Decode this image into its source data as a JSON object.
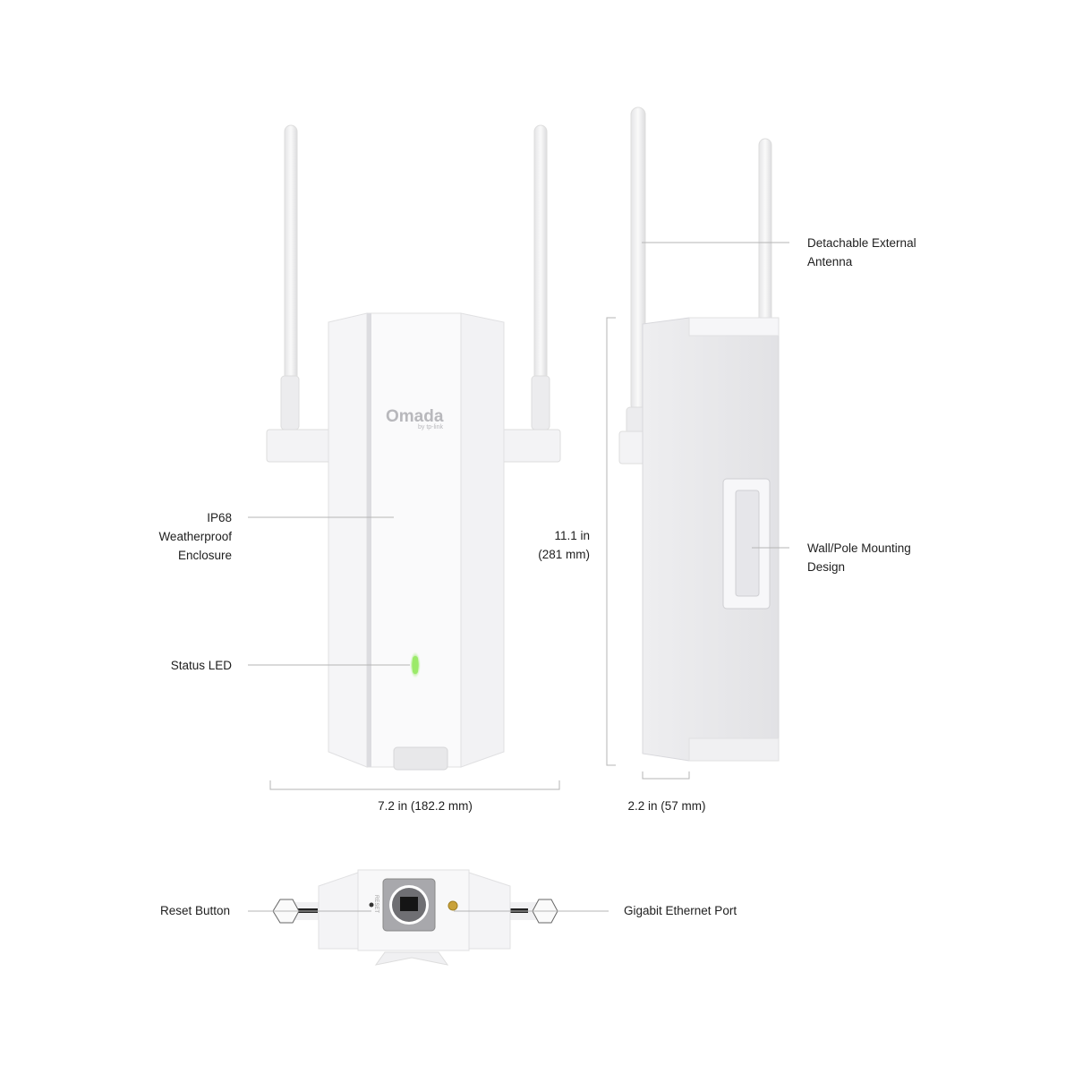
{
  "brand": {
    "logo": "Omada",
    "sublogo": "by tp-link"
  },
  "labels": {
    "antenna": [
      "Detachable External",
      "Antenna"
    ],
    "enclosure": [
      "IP68",
      "Weatherproof",
      "Enclosure"
    ],
    "status_led": "Status LED",
    "mounting": [
      "Wall/Pole Mounting",
      "Design"
    ],
    "reset": "Reset Button",
    "ethernet": "Gigabit Ethernet Port",
    "reset_print": "RESET"
  },
  "dimensions": {
    "width": "7.2 in (182.2 mm)",
    "height": [
      "11.1 in",
      "(281 mm)"
    ],
    "depth": "2.2 in (57 mm)"
  },
  "colors": {
    "led": "#7be04a",
    "line": "#b5b5b5",
    "body": "#f4f4f6"
  }
}
